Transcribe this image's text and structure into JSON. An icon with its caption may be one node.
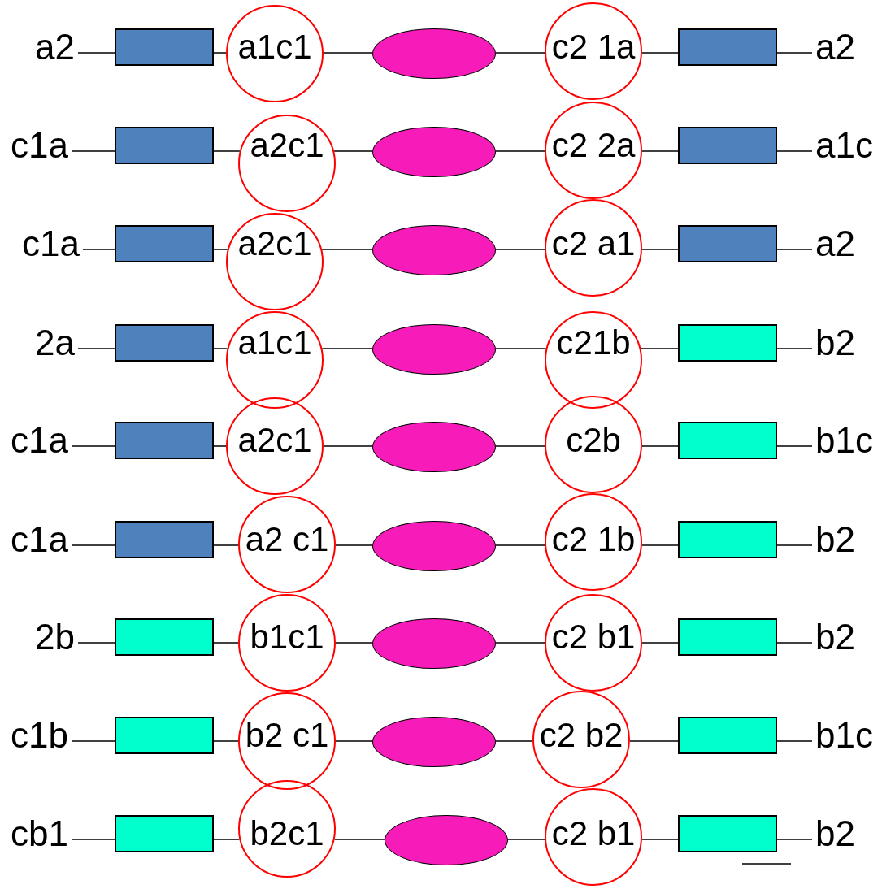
{
  "diagram": {
    "nodes": [
      {
        "text": [
          "a2"
        ]
      },
      {
        "text": [],
        "shape": "box"
      },
      {
        "text": [
          "a1c1"
        ]
      },
      {
        "text": [],
        "shape": "ellipse"
      },
      {
        "text": [
          "c2 1a"
        ]
      },
      {
        "text": [],
        "shape": "box"
      },
      {
        "text": [
          "a2"
        ]
      },
      {
        "text": [
          "c1a"
        ]
      },
      {
        "text": [],
        "shape": "box"
      },
      {
        "text": [
          "a2c1"
        ]
      },
      {
        "text": [],
        "shape": "ellipse"
      },
      {
        "text": [
          "c2 2a"
        ]
      },
      {
        "text": [],
        "shape": "box"
      },
      {
        "text": [
          "a1c"
        ]
      },
      {
        "text": [
          "c1a"
        ]
      },
      {
        "text": [],
        "shape": "box"
      },
      {
        "text": [
          "a2c1"
        ]
      },
      {
        "text": [],
        "shape": "ellipse"
      },
      {
        "text": [
          "c2 a1"
        ]
      },
      {
        "text": [],
        "shape": "box"
      },
      {
        "text": [
          "a2"
        ]
      },
      {
        "text": [
          "2a"
        ]
      },
      {
        "text": [],
        "shape": "box"
      },
      {
        "text": [
          "a1c1"
        ]
      },
      {
        "text": [],
        "shape": "ellipse"
      },
      {
        "text": [
          "c21b"
        ]
      },
      {
        "text": [],
        "shape": "box"
      },
      {
        "text": [
          "b2"
        ]
      },
      {
        "text": [
          "c1a"
        ]
      },
      {
        "text": [],
        "shape": "box"
      },
      {
        "text": [
          "a2c1"
        ]
      },
      {
        "text": [],
        "shape": "ellipse"
      },
      {
        "text": [
          "c2b"
        ]
      },
      {
        "text": [],
        "shape": "box"
      },
      {
        "text": [
          "b1c"
        ]
      },
      {
        "text": [
          "c1a"
        ]
      },
      {
        "text": [],
        "shape": "box"
      },
      {
        "text": [
          "a2 c1"
        ]
      },
      {
        "text": [],
        "shape": "ellipse"
      },
      {
        "text": [
          "c2 1b"
        ]
      },
      {
        "text": [],
        "shape": "box"
      },
      {
        "text": [
          "b2"
        ]
      },
      {
        "text": [
          "2b"
        ]
      },
      {
        "text": [],
        "shape": "box"
      },
      {
        "text": [
          "b1c1"
        ]
      },
      {
        "text": [],
        "shape": "ellipse"
      },
      {
        "text": [
          "c2 b1"
        ]
      },
      {
        "text": [],
        "shape": "box"
      },
      {
        "text": [
          "b2"
        ]
      },
      {
        "text": [
          "c1b"
        ]
      },
      {
        "text": [],
        "shape": "box"
      },
      {
        "text": [
          "b2 c1"
        ]
      },
      {
        "text": [],
        "shape": "ellipse"
      },
      {
        "text": [
          "c2 b2"
        ]
      },
      {
        "text": [],
        "shape": "box"
      },
      {
        "text": [
          "b1c"
        ]
      },
      {
        "text": [
          "cb1"
        ]
      },
      {
        "text": [],
        "shape": "box"
      },
      {
        "text": [
          "b2c1"
        ]
      },
      {
        "text": [],
        "shape": "ellipse"
      },
      {
        "text": [
          "c2 b1"
        ]
      },
      {
        "text": [],
        "shape": "box"
      },
      {
        "text": [
          "b2"
        ]
      }
    ],
    "edges": [
      {
        "from": 0,
        "to": 1,
        "arrow": "none"
      },
      {
        "from": 1,
        "to": 2,
        "arrow": "none"
      },
      {
        "from": 2,
        "to": 3,
        "arrow": "none"
      },
      {
        "from": 3,
        "to": 4,
        "arrow": "none"
      },
      {
        "from": 4,
        "to": 5,
        "arrow": "none"
      },
      {
        "from": 5,
        "to": 6,
        "arrow": "none"
      },
      {
        "from": 7,
        "to": 8,
        "arrow": "none"
      },
      {
        "from": 8,
        "to": 9,
        "arrow": "none"
      },
      {
        "from": 9,
        "to": 10,
        "arrow": "none"
      },
      {
        "from": 10,
        "to": 11,
        "arrow": "none"
      },
      {
        "from": 11,
        "to": 12,
        "arrow": "none"
      },
      {
        "from": 12,
        "to": 13,
        "arrow": "none"
      },
      {
        "from": 14,
        "to": 15,
        "arrow": "none"
      },
      {
        "from": 15,
        "to": 16,
        "arrow": "none"
      },
      {
        "from": 16,
        "to": 17,
        "arrow": "none"
      },
      {
        "from": 17,
        "to": 18,
        "arrow": "none"
      },
      {
        "from": 18,
        "to": 19,
        "arrow": "none"
      },
      {
        "from": 19,
        "to": 20,
        "arrow": "none"
      },
      {
        "from": 21,
        "to": 22,
        "arrow": "none"
      },
      {
        "from": 22,
        "to": 23,
        "arrow": "none"
      },
      {
        "from": 23,
        "to": 24,
        "arrow": "none"
      },
      {
        "from": 24,
        "to": 25,
        "arrow": "none"
      },
      {
        "from": 25,
        "to": 26,
        "arrow": "none"
      },
      {
        "from": 26,
        "to": 27,
        "arrow": "none"
      },
      {
        "from": 28,
        "to": 29,
        "arrow": "none"
      },
      {
        "from": 29,
        "to": 30,
        "arrow": "none"
      },
      {
        "from": 30,
        "to": 31,
        "arrow": "none"
      },
      {
        "from": 31,
        "to": 32,
        "arrow": "none"
      },
      {
        "from": 32,
        "to": 33,
        "arrow": "none"
      },
      {
        "from": 33,
        "to": 34,
        "arrow": "none"
      },
      {
        "from": 35,
        "to": 36,
        "arrow": "none"
      },
      {
        "from": 36,
        "to": 37,
        "arrow": "none"
      },
      {
        "from": 37,
        "to": 38,
        "arrow": "none"
      },
      {
        "from": 38,
        "to": 39,
        "arrow": "none"
      },
      {
        "from": 39,
        "to": 40,
        "arrow": "none"
      },
      {
        "from": 40,
        "to": 41,
        "arrow": "none"
      },
      {
        "from": 42,
        "to": 43,
        "arrow": "none"
      },
      {
        "from": 43,
        "to": 44,
        "arrow": "none"
      },
      {
        "from": 44,
        "to": 45,
        "arrow": "none"
      },
      {
        "from": 45,
        "to": 46,
        "arrow": "none"
      },
      {
        "from": 46,
        "to": 47,
        "arrow": "none"
      },
      {
        "from": 47,
        "to": 48,
        "arrow": "none"
      },
      {
        "from": 49,
        "to": 50,
        "arrow": "none"
      },
      {
        "from": 50,
        "to": 51,
        "arrow": "none"
      },
      {
        "from": 51,
        "to": 52,
        "arrow": "none"
      },
      {
        "from": 52,
        "to": 53,
        "arrow": "none"
      },
      {
        "from": 53,
        "to": 54,
        "arrow": "none"
      },
      {
        "from": 54,
        "to": 55,
        "arrow": "none"
      },
      {
        "from": 56,
        "to": 57,
        "arrow": "none"
      },
      {
        "from": 57,
        "to": 58,
        "arrow": "none"
      },
      {
        "from": 58,
        "to": 59,
        "arrow": "none"
      },
      {
        "from": 59,
        "to": 60,
        "arrow": "none"
      },
      {
        "from": 60,
        "to": 61,
        "arrow": "none"
      },
      {
        "from": 61,
        "to": 62,
        "arrow": "none"
      }
    ]
  }
}
